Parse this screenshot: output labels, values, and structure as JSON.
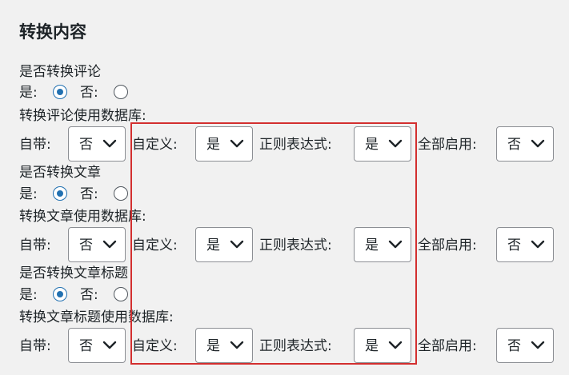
{
  "section_title": "转换内容",
  "groups": [
    {
      "question": "是否转换评论",
      "yes_label": "是:",
      "no_label": "否:",
      "selected": "yes",
      "db_label": "转换评论使用数据库:",
      "selects": {
        "builtin": {
          "label": "自带:",
          "value": "否"
        },
        "custom": {
          "label": "自定义:",
          "value": "是"
        },
        "regex": {
          "label": "正则表达式:",
          "value": "是"
        },
        "all": {
          "label": "全部启用:",
          "value": "否"
        }
      }
    },
    {
      "question": "是否转换文章",
      "yes_label": "是:",
      "no_label": "否:",
      "selected": "yes",
      "db_label": "转换文章使用数据库:",
      "selects": {
        "builtin": {
          "label": "自带:",
          "value": "否"
        },
        "custom": {
          "label": "自定义:",
          "value": "是"
        },
        "regex": {
          "label": "正则表达式:",
          "value": "是"
        },
        "all": {
          "label": "全部启用:",
          "value": "否"
        }
      }
    },
    {
      "question": "是否转换文章标题",
      "yes_label": "是:",
      "no_label": "否:",
      "selected": "yes",
      "db_label": "转换文章标题使用数据库:",
      "selects": {
        "builtin": {
          "label": "自带:",
          "value": "否"
        },
        "custom": {
          "label": "自定义:",
          "value": "是"
        },
        "regex": {
          "label": "正则表达式:",
          "value": "是"
        },
        "all": {
          "label": "全部启用:",
          "value": "否"
        }
      }
    }
  ],
  "colors": {
    "background": "#f1f1f1",
    "accent": "#2271b1",
    "highlight_border": "#d32f2f",
    "text": "#1d2327"
  }
}
